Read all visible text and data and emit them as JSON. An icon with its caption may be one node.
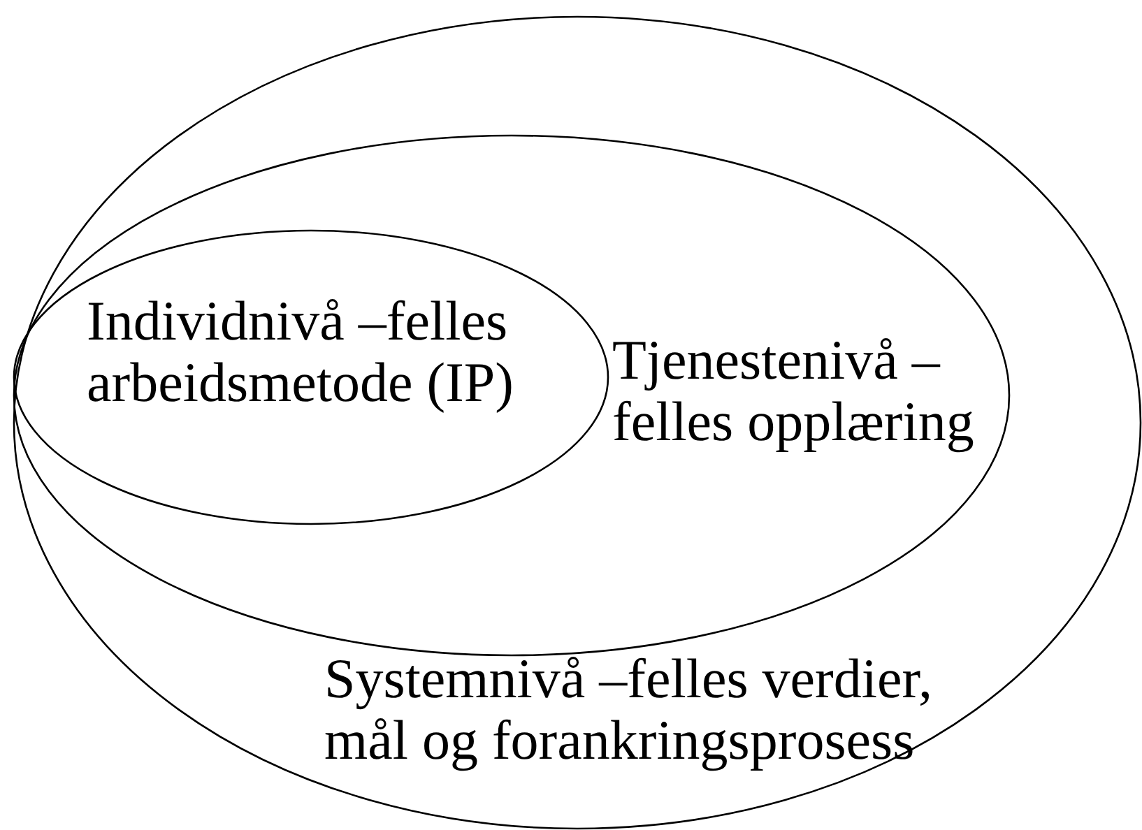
{
  "diagram": {
    "nodes": [
      {
        "text": [
          "Systemnivå –felles verdier, mål og forankringsprosess"
        ]
      },
      {
        "text": [
          "Tjenestenivå – felles opplæring"
        ],
        "in": 0
      },
      {
        "text": [
          "Individnivå –felles arbeidsmetode (IP)"
        ],
        "in": 1
      }
    ]
  }
}
